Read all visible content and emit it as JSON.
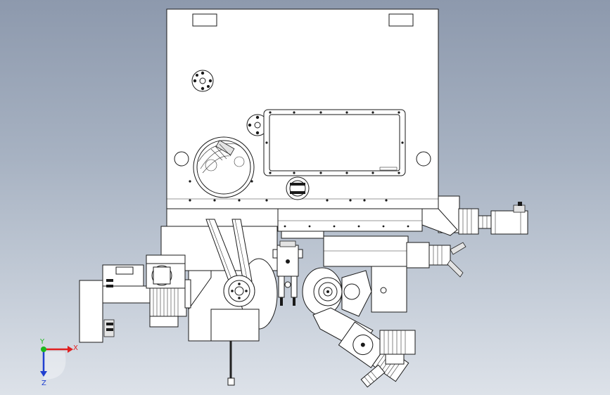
{
  "viewport": {
    "background_top": "#8d99ad",
    "background_bottom": "#dde2e9"
  },
  "triad": {
    "x_label": "X",
    "y_label": "Y",
    "z_label": "Z",
    "x_color": "#e02020",
    "y_color": "#1db81d",
    "z_color": "#2040d0"
  },
  "icons": {
    "triad": "coordinate-triad-icon"
  }
}
